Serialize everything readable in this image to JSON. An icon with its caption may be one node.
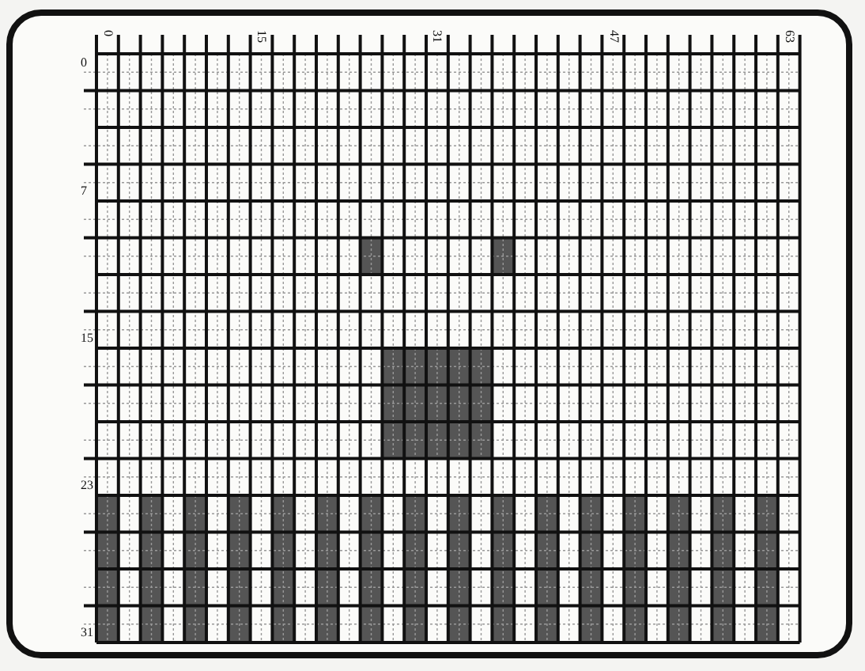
{
  "diagram": {
    "labels": [
      "0",
      "15",
      "31",
      "47",
      "63",
      "0",
      "7",
      "15",
      "23",
      "31"
    ]
  }
}
